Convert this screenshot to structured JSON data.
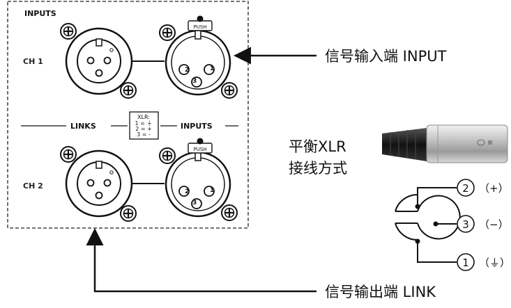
{
  "panel": {
    "inputs_label": "INPUTS",
    "ch1_label": "CH 1",
    "ch2_label": "CH 2",
    "links_label": "LINKS",
    "inputs_label_2": "INPUTS",
    "push_label": "PUSH",
    "xlr_legend": {
      "title": "XLR:",
      "line1": "1 = ⏚",
      "line2": "2 = +",
      "line3": "3 = -"
    },
    "pin_labels": {
      "pin1": "1",
      "pin2": "2",
      "pin3": "3"
    }
  },
  "callouts": {
    "input": "信号输入端 INPUT",
    "link": "信号输出端 LINK"
  },
  "plug": {
    "title_line1": "平衡XLR",
    "title_line2": "接线方式"
  },
  "pinout": {
    "pins": [
      {
        "number": "2",
        "meaning": "（+）"
      },
      {
        "number": "3",
        "meaning": "（−）"
      },
      {
        "number": "1",
        "meaning": "（⏚）"
      }
    ]
  },
  "colors": {
    "line": "#111111",
    "background": "#ffffff"
  }
}
